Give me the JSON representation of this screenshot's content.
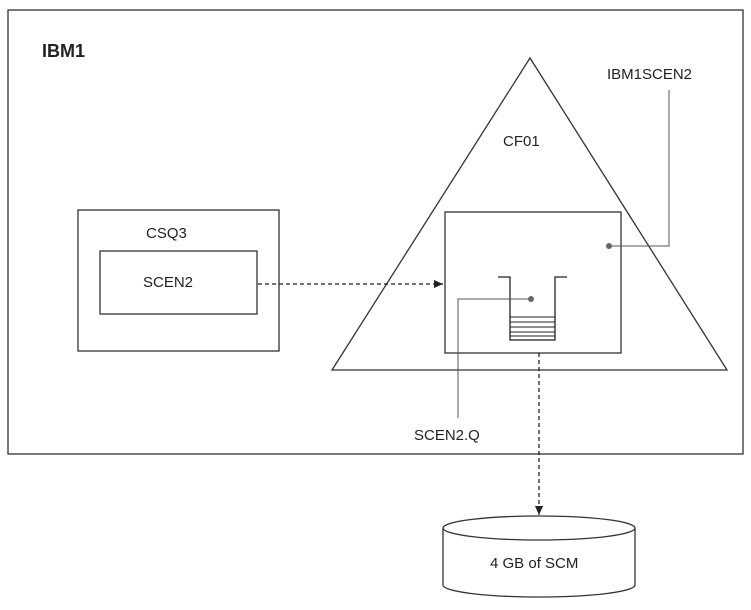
{
  "system": {
    "label": "IBM1"
  },
  "coupling_facility": {
    "label": "CF01"
  },
  "structure": {
    "label": "IBM1SCEN2"
  },
  "queue_manager": {
    "label": "CSQ3"
  },
  "application": {
    "label": "SCEN2"
  },
  "queue": {
    "label": "SCEN2.Q"
  },
  "storage": {
    "label": "4 GB of SCM"
  }
}
